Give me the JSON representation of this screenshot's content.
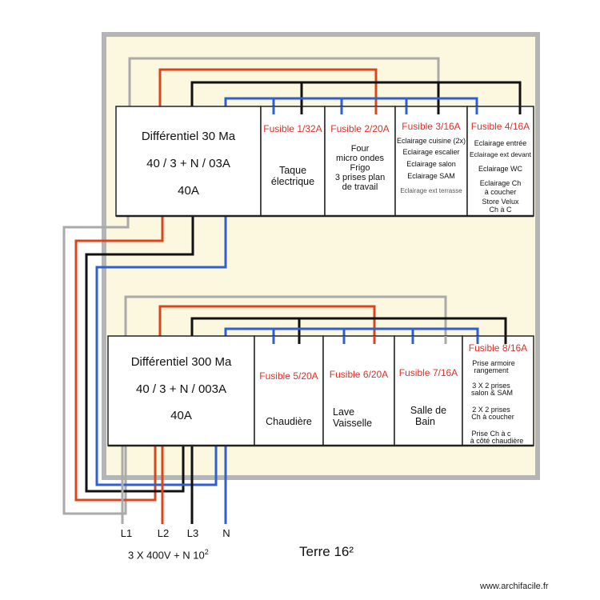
{
  "colors": {
    "wall": "#b5b5b5",
    "panel": "#fcf8e0",
    "box_border": "#222222",
    "gray_wire": "#aaaaaa",
    "red_wire": "#d8461e",
    "black_wire": "#111111",
    "blue_wire": "#2f5fd0",
    "fuse_label": "#e0302a"
  },
  "top": {
    "main": {
      "line1": "Différentiel 30 Ma",
      "line2": "40 / 3 + N / 03A",
      "line3": "40A"
    },
    "fuses": [
      {
        "title": "Fusible 1/32A",
        "lines": [
          "Taque",
          "électrique"
        ]
      },
      {
        "title": "Fusible 2/20A",
        "lines": [
          "Four",
          "micro ondes",
          "Frigo",
          "3 prises plan",
          "de travail"
        ]
      },
      {
        "title": "Fusible 3/16A",
        "lines": [
          "Eclairage cuisine (2x)",
          "Eclairage escalier",
          "Eclairage salon",
          "Eclairage SAM",
          "Eclairage ext terrasse"
        ]
      },
      {
        "title": "Fusible 4/16A",
        "lines": [
          "Eclairage entrée",
          "Eclairage ext devant",
          "Eclairage WC",
          "Eclairage Ch",
          "à coucher",
          "Store Velux",
          "Ch à C"
        ]
      }
    ]
  },
  "bottom": {
    "main": {
      "line1": "Différentiel 300 Ma",
      "line2": "40 / 3 + N / 003A",
      "line3": "40A"
    },
    "fuses": [
      {
        "title": "Fusible 5/20A",
        "lines": [
          "Chaudière"
        ]
      },
      {
        "title": "Fusible 6/20A",
        "lines": [
          "Lave",
          "Vaisselle"
        ]
      },
      {
        "title": "Fusible 7/16A",
        "lines": [
          "Salle de",
          "Bain"
        ]
      },
      {
        "title": "Fusible 8/16A",
        "lines": [
          "Prise armoire",
          "rangement",
          "3 X 2 prises",
          "salon & SAM",
          "2 X 2 prises",
          "Ch à coucher",
          "Prise Ch à c",
          "à côté chaudière"
        ]
      }
    ]
  },
  "supply": {
    "labels": [
      "L1",
      "L2",
      "L3",
      "N"
    ],
    "voltage": "3 X 400V + N 10",
    "voltage_sup": "2",
    "earth": "Terre 16²"
  },
  "watermark": "www.archifacile.fr"
}
